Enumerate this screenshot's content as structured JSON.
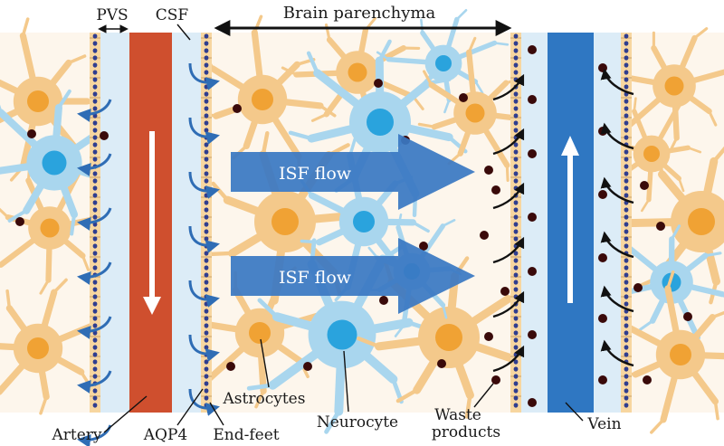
{
  "labels": {
    "pvs": "PVS",
    "csf": "CSF",
    "brain_parenchyma": "Brain parenchyma",
    "isf_flow_top": "ISF flow",
    "isf_flow_bottom": "ISF flow",
    "astrocytes": "Astrocytes",
    "neurocyte": "Neurocyte",
    "waste_line1": "Waste",
    "waste_line2": "products",
    "artery": "Artery",
    "aqp4": "AQP4",
    "end_feet": "End-feet",
    "vein": "Vein"
  },
  "colors": {
    "background": "#fdf6ec",
    "astrocyte": "#f4c98b",
    "astrocyte_nucleus": "#f0a234",
    "neurocyte": "#a9d6ee",
    "neurocyte_nucleus": "#2aa3dd",
    "artery": "#cf4f2e",
    "vein": "#2f77c2",
    "pvs": "#dcecf7",
    "end_feet": "#f7d6a0",
    "aqp4": "#2f3d8f",
    "isf_arrow": "#3a78c3",
    "waste": "#3a0a0a",
    "csf_arrow": "#2f6db5"
  }
}
